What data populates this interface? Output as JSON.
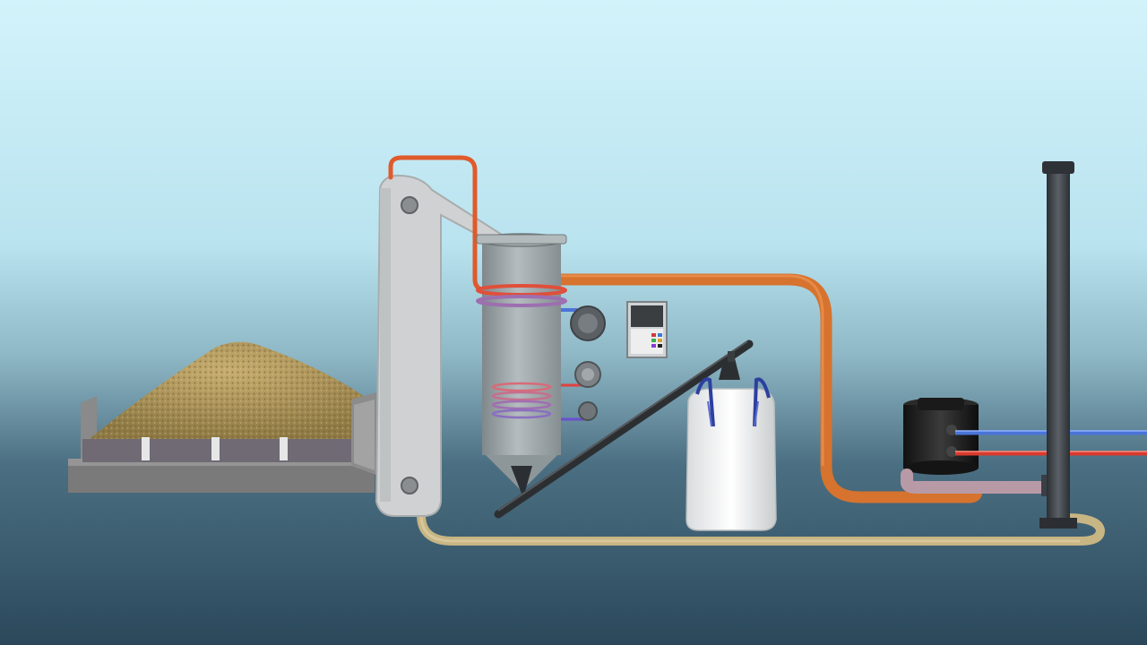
{
  "scene": {
    "background_top": "#d3f3fb",
    "background_mid": "#9fc9d6",
    "background_bottom": "#2c4a5e",
    "pipe_hot": "#e25a2e",
    "pipe_gas": "#d7742f",
    "pipe_return": "#cdbb8a",
    "pipe_cold": "#4a74d8",
    "elevator_color": "#cfd1d2",
    "reactor_color": "#9aa3a6",
    "chimney_color": "#3a3f44",
    "bag_color": "#f2f2f2",
    "strap_color": "#2d3f9f"
  },
  "components": [
    {
      "name": "feedstock-hopper",
      "icon": "hopper-icon"
    },
    {
      "name": "bucket-elevator",
      "icon": "elevator-icon"
    },
    {
      "name": "pyrolysis-reactor",
      "icon": "reactor-icon"
    },
    {
      "name": "control-panel",
      "icon": "panel-icon"
    },
    {
      "name": "discharge-screw-conveyor",
      "icon": "conveyor-icon"
    },
    {
      "name": "collection-bulk-bag",
      "icon": "bag-icon"
    },
    {
      "name": "heat-exchanger-unit",
      "icon": "exchanger-icon"
    },
    {
      "name": "exhaust-chimney",
      "icon": "chimney-icon"
    }
  ]
}
